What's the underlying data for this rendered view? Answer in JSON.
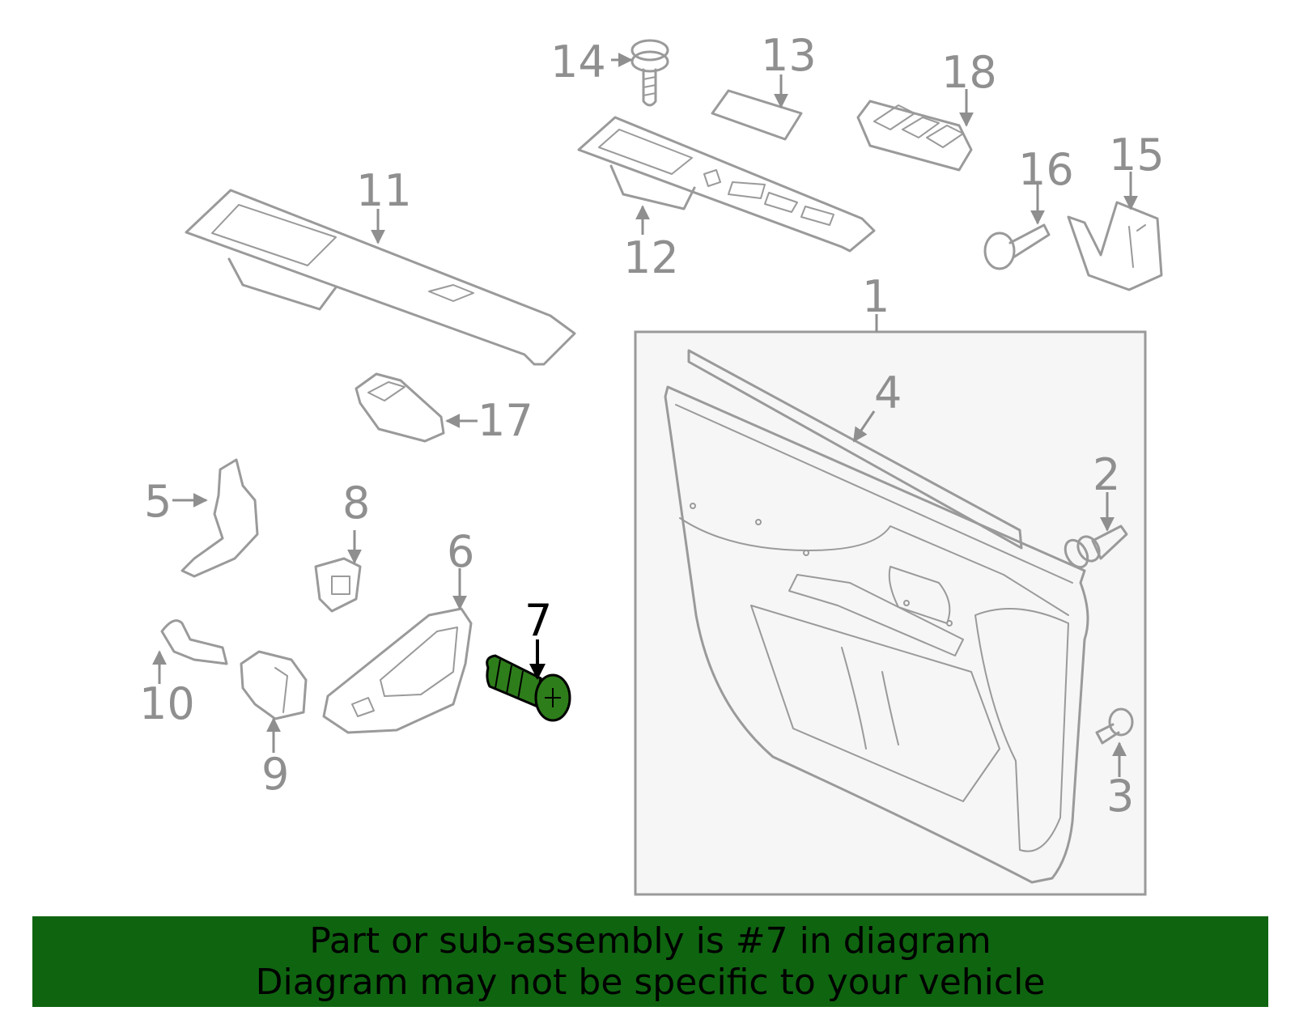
{
  "diagram": {
    "callouts": [
      "1",
      "2",
      "3",
      "4",
      "5",
      "6",
      "7",
      "8",
      "9",
      "10",
      "11",
      "12",
      "13",
      "14",
      "15",
      "16",
      "17",
      "18"
    ],
    "highlighted_part": "7"
  },
  "banner": {
    "line1": "Part or sub-assembly is #7 in diagram",
    "line2": "Diagram may not be specific to your vehicle",
    "background_color": "#0f6410"
  },
  "colors": {
    "line_art": "#9a9a9a",
    "highlight_fill": "#2e7d1b",
    "panel_fill": "#f6f6f6"
  }
}
